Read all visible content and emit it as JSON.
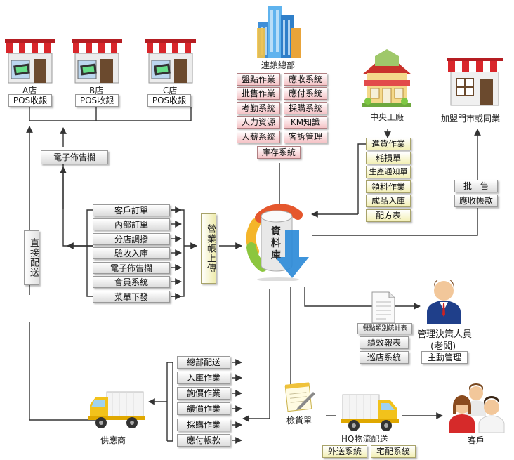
{
  "stores": [
    {
      "name": "A店",
      "system": "POS收銀"
    },
    {
      "name": "B店",
      "system": "POS收銀"
    },
    {
      "name": "C店",
      "system": "POS收銀"
    }
  ],
  "hq": {
    "title": "連鎖總部",
    "modules": [
      [
        "盤點作業",
        "應收系統"
      ],
      [
        "批售作業",
        "應付系統"
      ],
      [
        "考勤系統",
        "採購系統"
      ],
      [
        "人力資源",
        "KM知識"
      ],
      [
        "人薪系統",
        "客訴管理"
      ]
    ],
    "bottom": "庫存系統"
  },
  "factory": {
    "title": "中央工廠",
    "items": [
      "進貨作業",
      "耗損單",
      "生產通知單",
      "領料作業",
      "成品入庫",
      "配方表"
    ]
  },
  "franchise": {
    "title": "加盟門市或同業",
    "items": [
      "批　售",
      "應收帳款"
    ]
  },
  "bulletin": "電子佈告欄",
  "direct": "直接配送",
  "store_ops": [
    "客戶訂單",
    "內部訂單",
    "分店調撥",
    "驗收入庫",
    "電子佈告欄",
    "會員系統",
    "菜單下發"
  ],
  "upload": "營業帳上傳",
  "database": "資料庫",
  "management": {
    "report_title": "餐點類別統計表",
    "reports": [
      "績效報表",
      "巡店系統"
    ],
    "person": "管理決策人員",
    "person_sub": "(老闆)",
    "action": "主動管理"
  },
  "supplier": {
    "title": "供應商",
    "items": [
      "總部配送",
      "入庫作業",
      "詢價作業",
      "議價作業",
      "採購作業",
      "應付帳款"
    ]
  },
  "inspection": "檢貨單",
  "logistics": {
    "title": "HQ物流配送",
    "items": [
      "外送系統",
      "宅配系統"
    ]
  },
  "customer": "客戶"
}
